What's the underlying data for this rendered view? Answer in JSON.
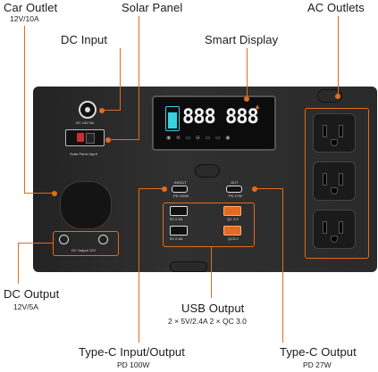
{
  "callouts": {
    "car_outlet": {
      "title": "Car Outlet",
      "sub": "12V/10A"
    },
    "solar_panel": {
      "title": "Solar Panel"
    },
    "ac_outlets": {
      "title": "AC Outlets"
    },
    "dc_input": {
      "title": "DC Input"
    },
    "smart_display": {
      "title": "Smart Display"
    },
    "dc_output": {
      "title": "DC Output",
      "sub": "12V/5A"
    },
    "usb_output": {
      "title": "USB Output",
      "sub": "2 × 5V/2.4A  2 × QC 3.0"
    },
    "typec_io": {
      "title": "Type-C Input/Output",
      "sub": "PD 100W"
    },
    "typec_out": {
      "title": "Type-C Output",
      "sub": "PD 27W"
    }
  },
  "panel_labels": {
    "dc_input_rating": "DC 14V 5A",
    "solar_input": "Solar Panel Input",
    "dc_output_12v": "DC Output 12V",
    "in_out": "IN/OUT",
    "pd100": "PD 100W",
    "out": "OUT",
    "pd27": "PD 27W",
    "usb1": "5V 2.4A",
    "usb2": "5V 2.4A",
    "qc1": "QC 3.0",
    "qc2": "QC3.0"
  },
  "display": {
    "digits_left": "888",
    "digits_right": "888"
  },
  "colors": {
    "accent": "#e36a1e",
    "panel": "#2b2b2b",
    "screen_cyan": "#3bd0e0"
  }
}
